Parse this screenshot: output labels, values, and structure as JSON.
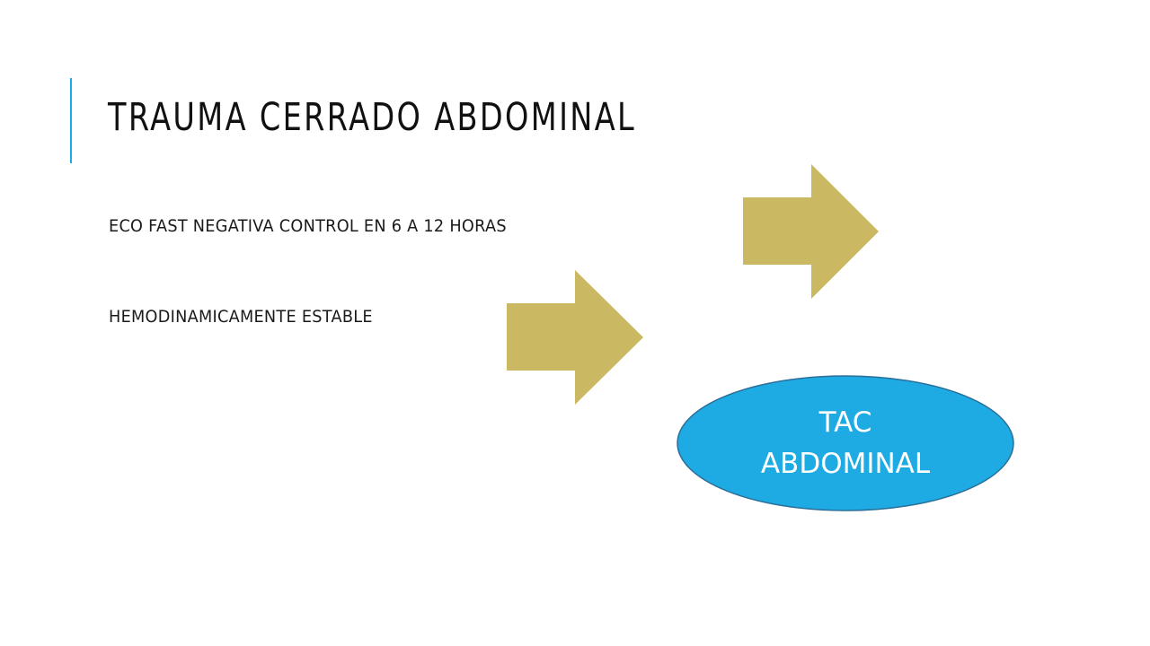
{
  "slide": {
    "title": "TRAUMA CERRADO ABDOMINAL",
    "bullets": [
      "ECO FAST NEGATIVA CONTROL EN 6 A 12 HORAS",
      "HEMODINAMICAMENTE ESTABLE"
    ],
    "result": {
      "line1": "TAC",
      "line2": "ABDOMINAL"
    }
  },
  "colors": {
    "accent": "#1cade4",
    "arrow_fill": "#cbb863",
    "ellipse_fill": "#1eabe3",
    "ellipse_stroke": "#2a6f9a",
    "title_text": "#111111",
    "body_text": "#1a1a1a"
  },
  "icons": {
    "arrows": [
      "right-arrow-icon",
      "right-arrow-icon"
    ]
  }
}
